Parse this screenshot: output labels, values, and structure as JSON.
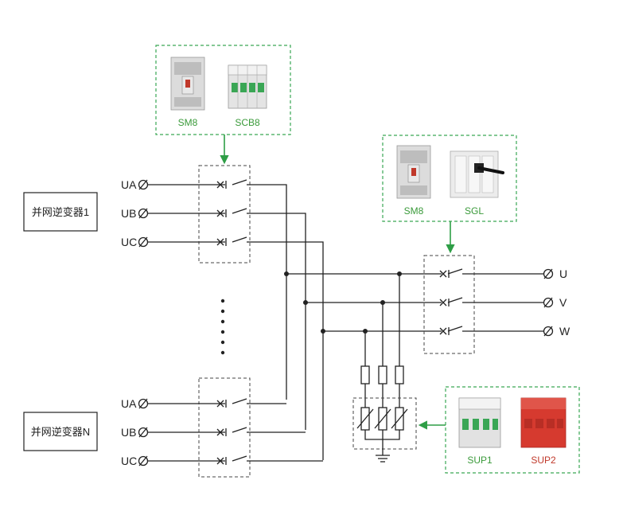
{
  "inverters": [
    {
      "label": "并网逆变器1"
    },
    {
      "label": "并网逆变器N"
    }
  ],
  "phase_inputs": [
    "UA",
    "UB",
    "UC"
  ],
  "outputs": [
    "U",
    "V",
    "W"
  ],
  "products": {
    "top": [
      {
        "name": "SM8"
      },
      {
        "name": "SCB8"
      }
    ],
    "right": [
      {
        "name": "SM8"
      },
      {
        "name": "SGL"
      }
    ],
    "spd": [
      {
        "name": "SUP1"
      },
      {
        "name": "SUP2"
      }
    ]
  },
  "colors": {
    "accent_green": "#2e9e46",
    "sup2_red": "#d63a2f",
    "line": "#222222"
  }
}
